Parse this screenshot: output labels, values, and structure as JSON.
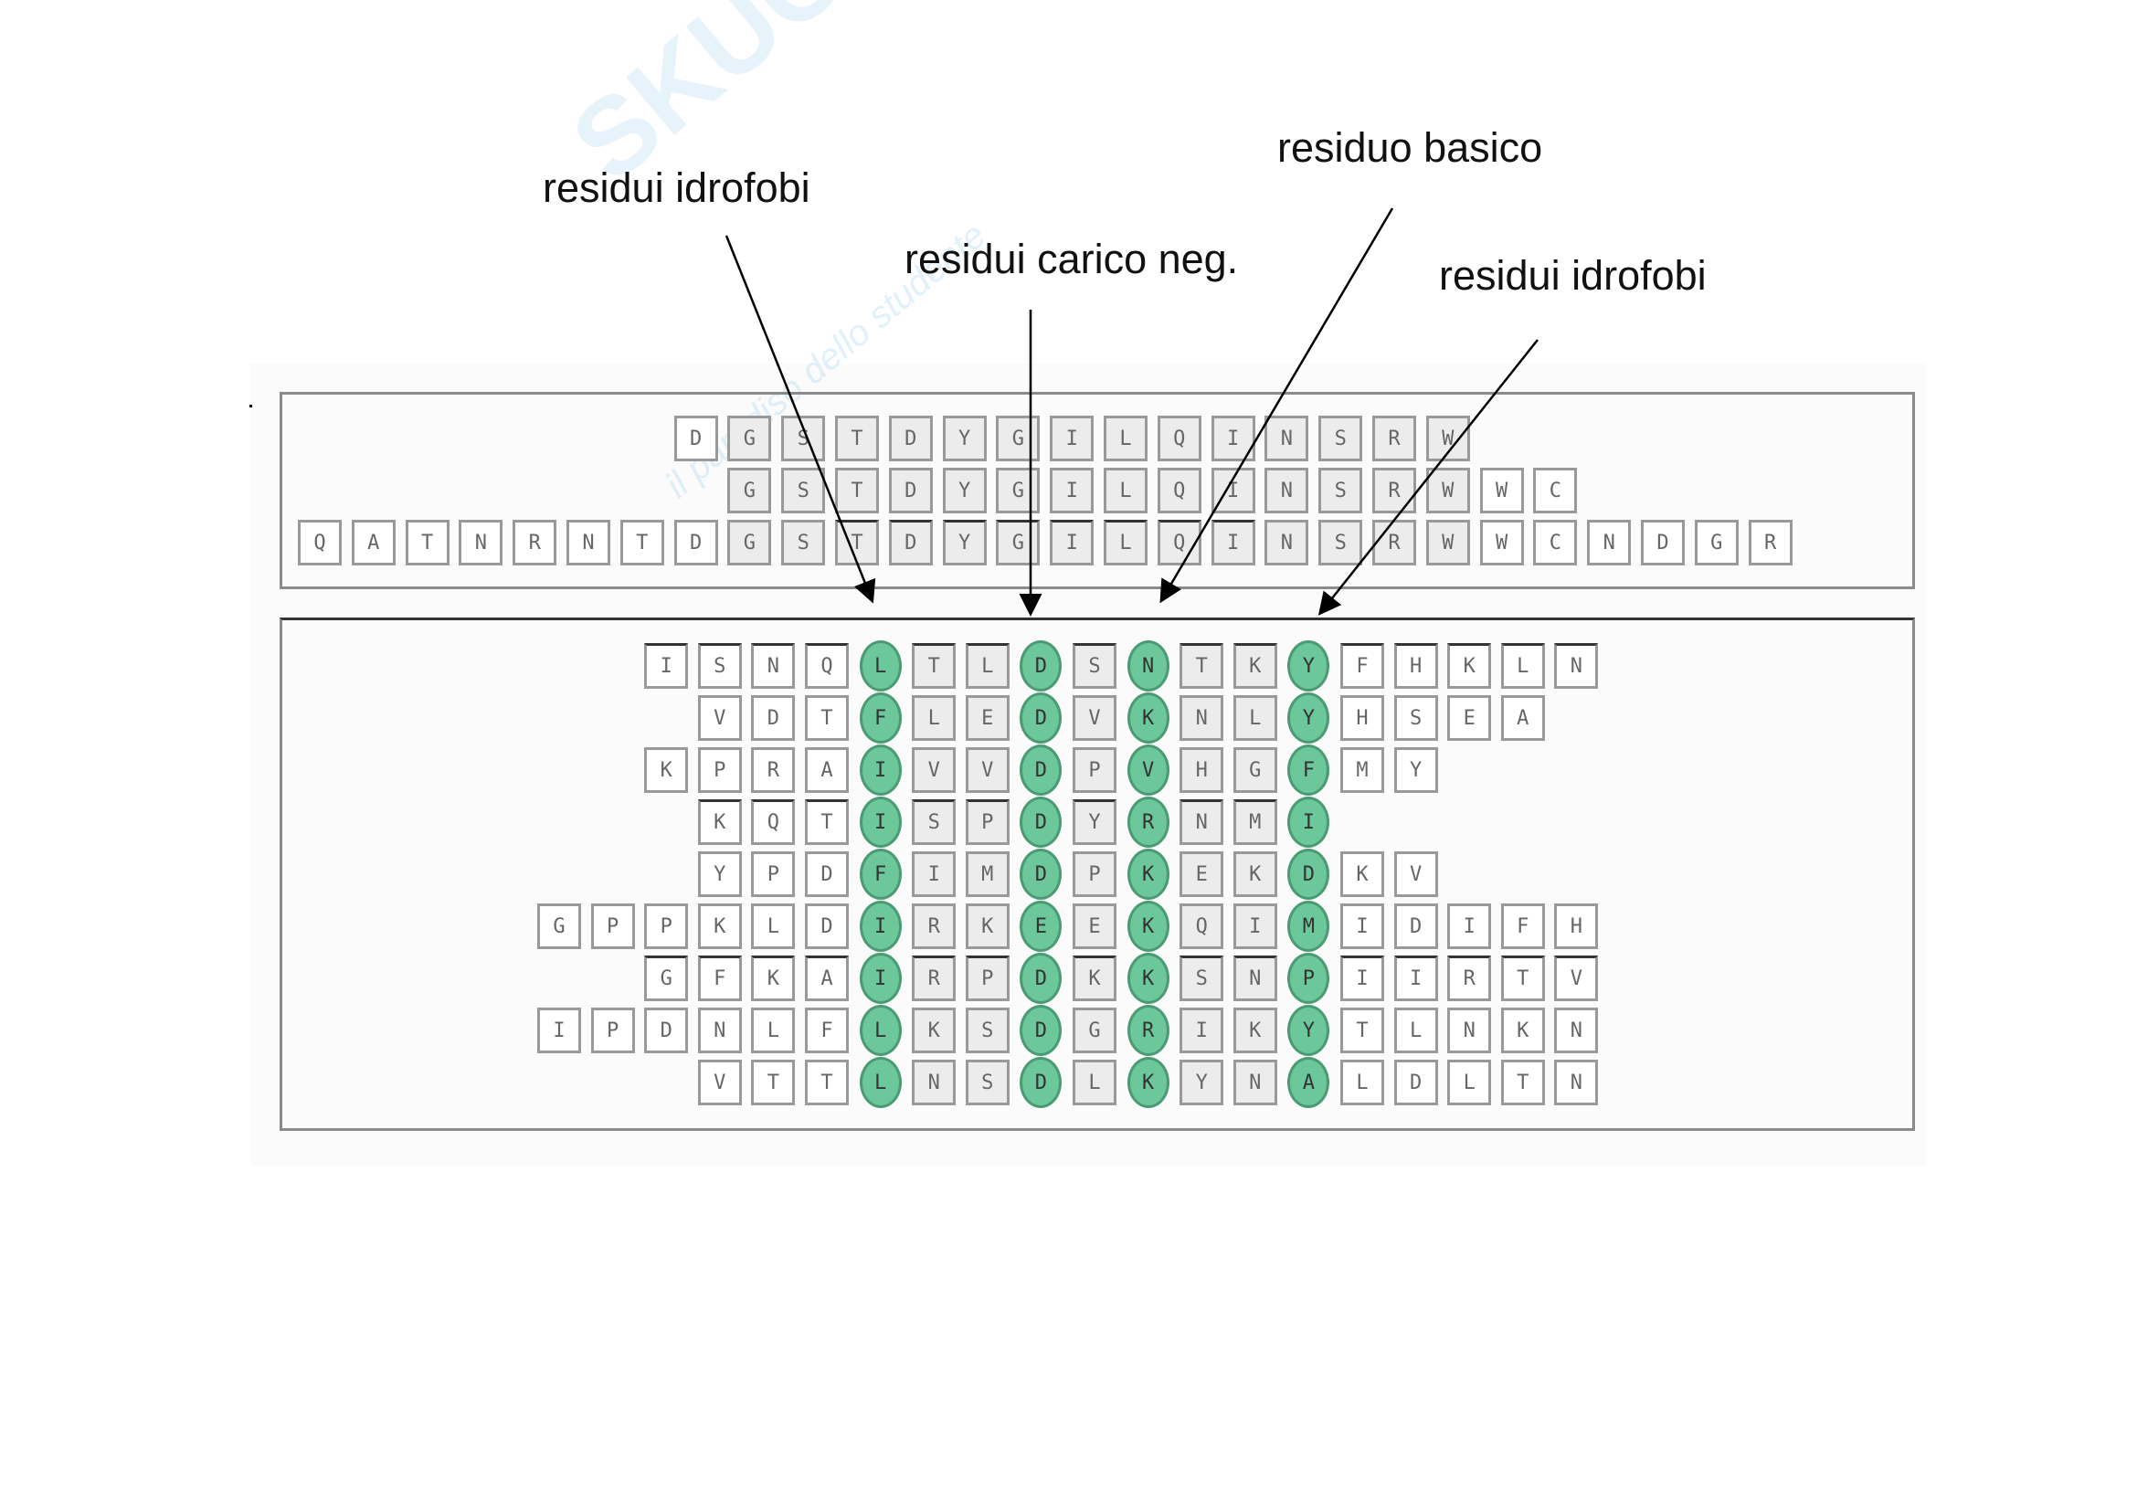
{
  "watermark": {
    "logo_text": "skuola.net",
    "tagline": "il paradiso dello studente"
  },
  "labels": {
    "hydrophobic_left": "residui idrofobi",
    "negative_charge": "residui carico neg.",
    "basic": "residuo basico",
    "hydrophobic_right": "residui idrofobi"
  },
  "colors": {
    "circle": "#6cc79a",
    "gray_cell": "#ececec",
    "border": "#999999"
  },
  "top_alignment": [
    {
      "start": 7,
      "seq": "DGSTDYGILQINSRW"
    },
    {
      "start": 8,
      "seq": "GSTDYGILQINSRWWC"
    },
    {
      "start": 0,
      "seq": "QATNRNTDGSTDYGILQINSRWWCNDGR"
    }
  ],
  "top_gray_range": [
    8,
    21
  ],
  "bottom_alignment": [
    {
      "start": 2,
      "seq": "ISNQLTLDSNTKYFHKLN"
    },
    {
      "start": 3,
      "seq": "VDTFLEDVKNLYHSEA"
    },
    {
      "start": 2,
      "seq": "KPRAIVVDPVHGFMY"
    },
    {
      "start": 3,
      "seq": "KQTISPDYRNMI"
    },
    {
      "start": 3,
      "seq": "YPDFIMDPKEKDKV"
    },
    {
      "start": 0,
      "seq": "GPPKLDIRKEEKQIMIDIFH"
    },
    {
      "start": 2,
      "seq": "GFKAIRPDKKSNPIIRTV"
    },
    {
      "start": 0,
      "seq": "IPDNLFLKSDGRIKYTLNKN"
    },
    {
      "start": 3,
      "seq": "VTTLNSDLKYNALDLTN"
    }
  ],
  "bottom_circle_columns": [
    6,
    9,
    11,
    14
  ],
  "bottom_gray_columns": [
    7,
    8,
    10,
    12,
    13
  ]
}
